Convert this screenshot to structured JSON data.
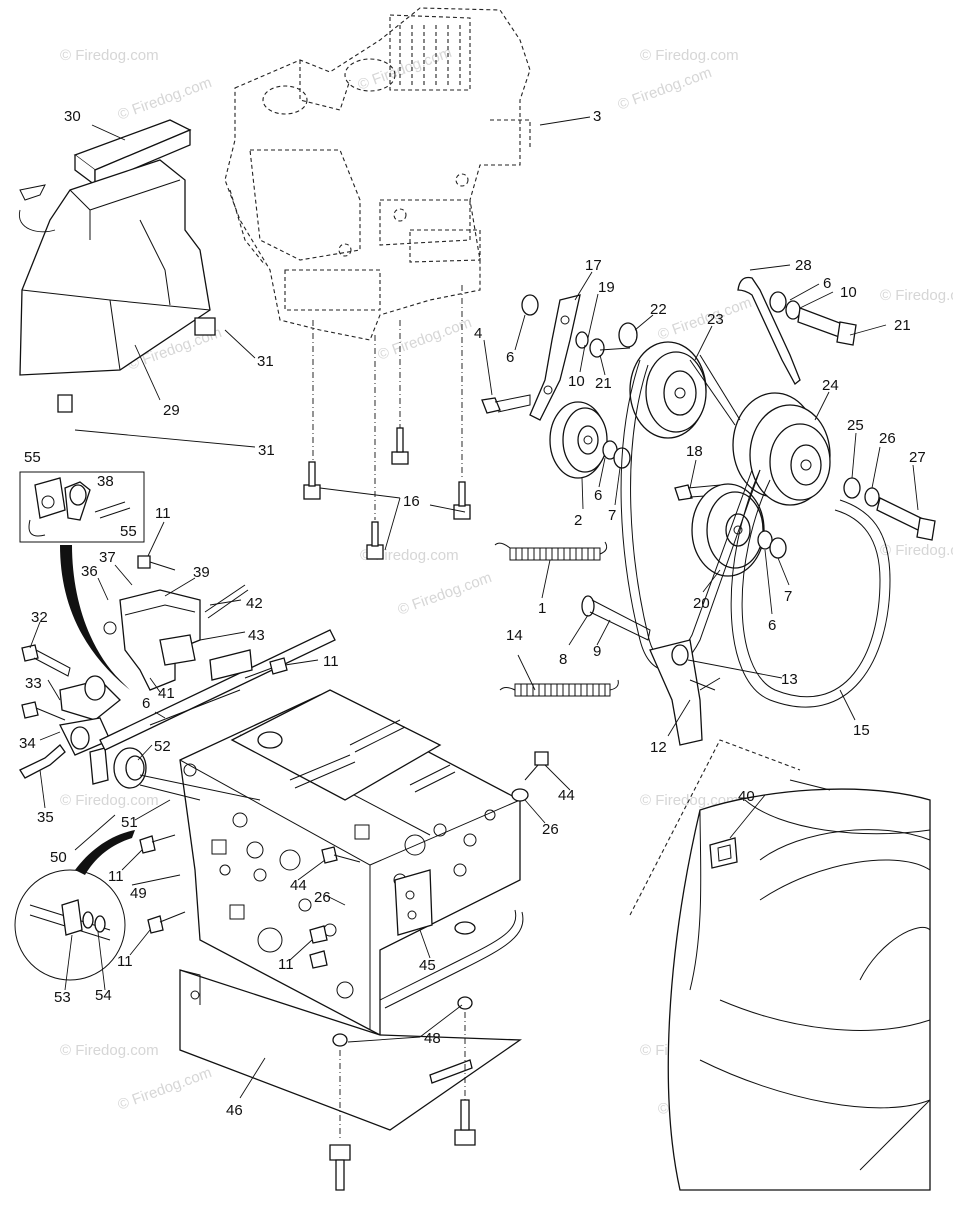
{
  "watermark": {
    "text": "© Firedog.com"
  },
  "callouts": [
    {
      "id": "c30",
      "text": "30"
    },
    {
      "id": "c3",
      "text": "3"
    },
    {
      "id": "c31a",
      "text": "31"
    },
    {
      "id": "c29",
      "text": "29"
    },
    {
      "id": "c31b",
      "text": "31"
    },
    {
      "id": "c17",
      "text": "17"
    },
    {
      "id": "c19",
      "text": "19"
    },
    {
      "id": "c22",
      "text": "22"
    },
    {
      "id": "c23",
      "text": "23"
    },
    {
      "id": "c28",
      "text": "28"
    },
    {
      "id": "c6a",
      "text": "6"
    },
    {
      "id": "c10a",
      "text": "10"
    },
    {
      "id": "c21a",
      "text": "21"
    },
    {
      "id": "c4",
      "text": "4"
    },
    {
      "id": "c6b",
      "text": "6"
    },
    {
      "id": "c10b",
      "text": "10"
    },
    {
      "id": "c21b",
      "text": "21"
    },
    {
      "id": "c24",
      "text": "24"
    },
    {
      "id": "c25",
      "text": "25"
    },
    {
      "id": "c26a",
      "text": "26"
    },
    {
      "id": "c27",
      "text": "27"
    },
    {
      "id": "c18",
      "text": "18"
    },
    {
      "id": "c16",
      "text": "16"
    },
    {
      "id": "c2",
      "text": "2"
    },
    {
      "id": "c6c",
      "text": "6"
    },
    {
      "id": "c7a",
      "text": "7"
    },
    {
      "id": "c55a",
      "text": "55"
    },
    {
      "id": "c38",
      "text": "38"
    },
    {
      "id": "c55b",
      "text": "55"
    },
    {
      "id": "c11a",
      "text": "11"
    },
    {
      "id": "c37",
      "text": "37"
    },
    {
      "id": "c36",
      "text": "36"
    },
    {
      "id": "c39",
      "text": "39"
    },
    {
      "id": "c42",
      "text": "42"
    },
    {
      "id": "c1",
      "text": "1"
    },
    {
      "id": "c20",
      "text": "20"
    },
    {
      "id": "c7b",
      "text": "7"
    },
    {
      "id": "c6d",
      "text": "6"
    },
    {
      "id": "c32",
      "text": "32"
    },
    {
      "id": "c43",
      "text": "43"
    },
    {
      "id": "c11b",
      "text": "11"
    },
    {
      "id": "c14",
      "text": "14"
    },
    {
      "id": "c8",
      "text": "8"
    },
    {
      "id": "c9",
      "text": "9"
    },
    {
      "id": "c13",
      "text": "13"
    },
    {
      "id": "c33",
      "text": "33"
    },
    {
      "id": "c6e",
      "text": "6"
    },
    {
      "id": "c41",
      "text": "41"
    },
    {
      "id": "c34",
      "text": "34"
    },
    {
      "id": "c52",
      "text": "52"
    },
    {
      "id": "c12",
      "text": "12"
    },
    {
      "id": "c15",
      "text": "15"
    },
    {
      "id": "c35",
      "text": "35"
    },
    {
      "id": "c51",
      "text": "51"
    },
    {
      "id": "c44a",
      "text": "44"
    },
    {
      "id": "c26b",
      "text": "26"
    },
    {
      "id": "c40",
      "text": "40"
    },
    {
      "id": "c50",
      "text": "50"
    },
    {
      "id": "c11c",
      "text": "11"
    },
    {
      "id": "c44b",
      "text": "44"
    },
    {
      "id": "c49",
      "text": "49"
    },
    {
      "id": "c26c",
      "text": "26"
    },
    {
      "id": "c11d",
      "text": "11"
    },
    {
      "id": "c11e",
      "text": "11"
    },
    {
      "id": "c45",
      "text": "45"
    },
    {
      "id": "c53",
      "text": "53"
    },
    {
      "id": "c54",
      "text": "54"
    },
    {
      "id": "c48",
      "text": "48"
    },
    {
      "id": "c46",
      "text": "46"
    }
  ]
}
